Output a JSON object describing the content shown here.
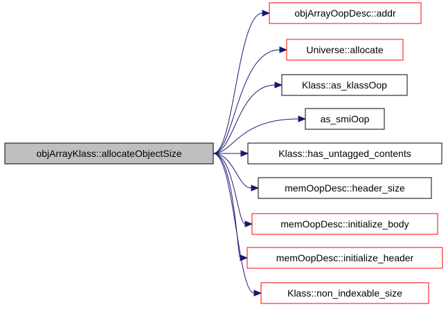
{
  "diagram": {
    "source": {
      "label": "objArrayKlass::allocateObjectSize",
      "fill": "#bfbfbf",
      "border": "#000000"
    },
    "callees": [
      {
        "label": "objArrayOopDesc::addr",
        "border": "#ff0000"
      },
      {
        "label": "Universe::allocate",
        "border": "#ff0000"
      },
      {
        "label": "Klass::as_klassOop",
        "border": "#000000"
      },
      {
        "label": "as_smiOop",
        "border": "#000000"
      },
      {
        "label": "Klass::has_untagged_contents",
        "border": "#000000"
      },
      {
        "label": "memOopDesc::header_size",
        "border": "#000000"
      },
      {
        "label": "memOopDesc::initialize_body",
        "border": "#ff0000"
      },
      {
        "label": "memOopDesc::initialize_header",
        "border": "#ff0000"
      },
      {
        "label": "Klass::non_indexable_size",
        "border": "#ff0000"
      }
    ],
    "edge_color": "#191970"
  }
}
